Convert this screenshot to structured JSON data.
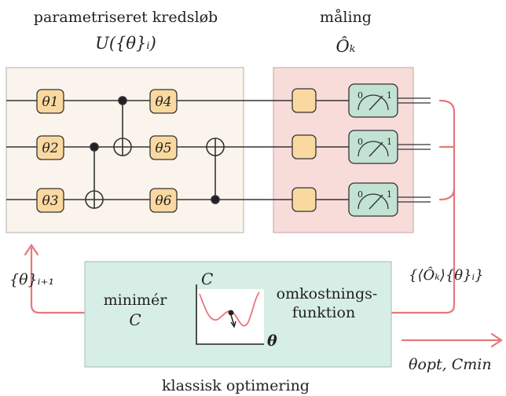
{
  "labels": {
    "circuit_title": "parametriseret kredsløb",
    "circuit_formula": "U({θ}ᵢ)",
    "measure_title": "måling",
    "measure_formula": "Ôₖ",
    "params_next": "{θ}ᵢ₊₁",
    "expectations": "{⟨Ôₖ⟩{θ}ᵢ}",
    "minimize_1": "minimér",
    "minimize_2": "C",
    "cost_1": "omkostnings-",
    "cost_2": "funktion",
    "plot_ylabel": "C",
    "plot_xlabel": "θ",
    "output": "θopt, Cmin",
    "bottom_title": "klassisk optimering"
  },
  "gates": [
    "θ1",
    "θ2",
    "θ3",
    "θ4",
    "θ5",
    "θ6"
  ],
  "meter_scale": {
    "low": "0",
    "high": "1"
  },
  "colors": {
    "circuit_bg": "#fbf4ec",
    "measure_bg": "#f8dcda",
    "optimizer_bg": "#d7eee6",
    "gate_fill": "#fad9a1",
    "meter_fill": "#c2e2d4",
    "arrow": "#e7777b",
    "wire": "#333333"
  }
}
